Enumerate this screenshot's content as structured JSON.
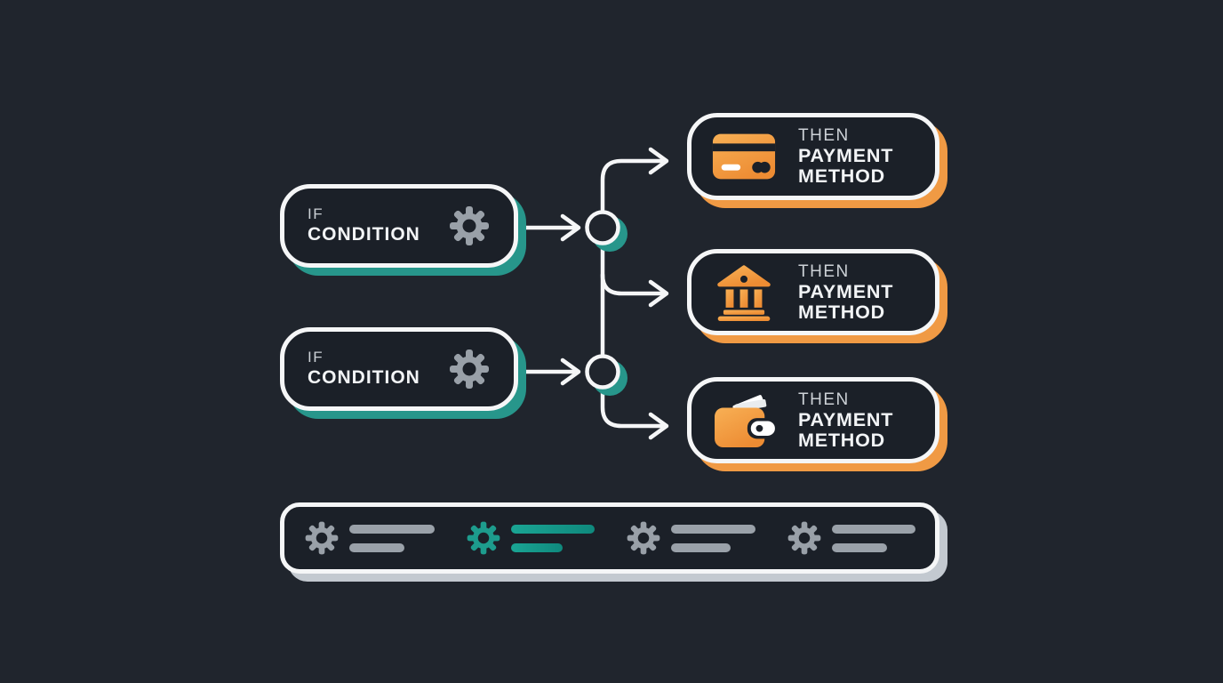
{
  "colors": {
    "background": "#20252d",
    "node_fill": "#1b2028",
    "node_border": "#f5f6f7",
    "teal_accent": "#27968b",
    "orange_accent": "#f09a44",
    "orange_gradient_start": "#f8b055",
    "orange_gradient_end": "#ed8c33",
    "toolbar_shadow": "#c3c9d0",
    "gear_gray": "#99a0a8",
    "muted_text": "#ccd1d6",
    "bold_text": "#f2f4f6"
  },
  "nodes": {
    "conditions": [
      {
        "prefix": "IF",
        "label": "CONDITION",
        "icon": "gear-icon"
      },
      {
        "prefix": "IF",
        "label": "CONDITION",
        "icon": "gear-icon"
      }
    ],
    "payments": [
      {
        "prefix": "THEN",
        "line1": "PAYMENT",
        "line2": "METHOD",
        "icon": "credit-card-icon"
      },
      {
        "prefix": "THEN",
        "line1": "PAYMENT",
        "line2": "METHOD",
        "icon": "bank-icon"
      },
      {
        "prefix": "THEN",
        "line1": "PAYMENT",
        "line2": "METHOD",
        "icon": "wallet-icon"
      }
    ]
  },
  "toolbar": {
    "items": [
      {
        "icon": "gear-icon",
        "accent": "gray"
      },
      {
        "icon": "gear-icon",
        "accent": "teal"
      },
      {
        "icon": "gear-icon",
        "accent": "gray"
      },
      {
        "icon": "gear-icon",
        "accent": "gray"
      }
    ]
  }
}
